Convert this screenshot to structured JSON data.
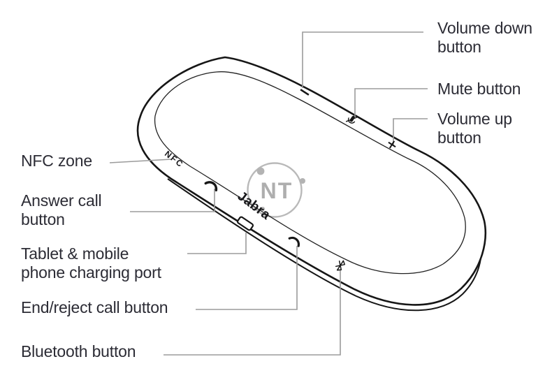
{
  "diagram": {
    "type": "speakerphone-parts-diagram",
    "labels": {
      "volume_down": "Volume down\nbutton",
      "mute": "Mute button",
      "volume_up": "Volume up\nbutton",
      "nfc_zone": "NFC zone",
      "answer_call": "Answer call\nbutton",
      "charging_port": "Tablet & mobile\nphone charging port",
      "end_call": "End/reject call button",
      "bluetooth": "Bluetooth button"
    },
    "device_markings": {
      "nfc": "NFC",
      "brand": "Jabra"
    },
    "watermark": {
      "text": "NT"
    },
    "colors": {
      "outline": "#161616",
      "leader_line": "#9b9b9b",
      "label_text": "#2c2c35",
      "watermark": "#b2b2b2"
    }
  }
}
